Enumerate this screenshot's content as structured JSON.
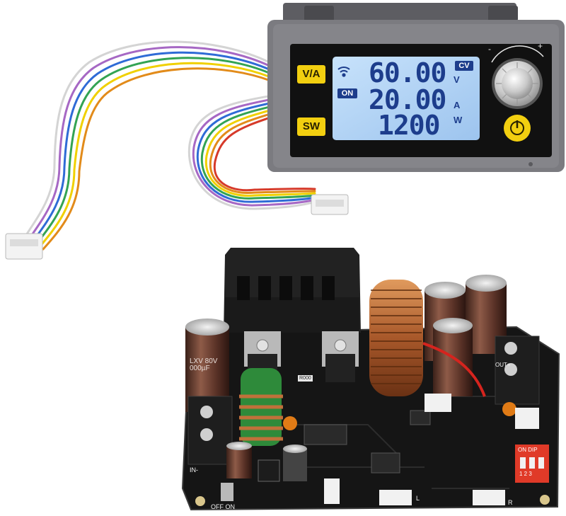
{
  "controller": {
    "buttons": {
      "va_label": "V/A",
      "sw_label": "SW"
    },
    "lcd": {
      "voltage": "60.00",
      "current": "20.00",
      "power": "1200",
      "mode_badge": "CV",
      "state_badge": "ON",
      "voltage_unit": "V",
      "current_unit": "A",
      "power_unit": "W"
    },
    "knob": {
      "minus": "-",
      "plus": "+"
    }
  },
  "board": {
    "labels": {
      "in_minus": "IN-",
      "out_plus": "OUT+",
      "off_on": "OFF ON",
      "dip_header": "ON DIP",
      "dip_numbers": "1  2  3",
      "left_marker": "L",
      "right_marker": "R",
      "cap_marking": "LXV 80V 000µF",
      "resistor_code": "R000"
    }
  },
  "colors": {
    "lcd_bg": "#a9cdf2",
    "lcd_text": "#1d3d8c",
    "button_yellow": "#f2cf10",
    "bezel": "#7b7b80",
    "pcb": "#151515",
    "copper": "#c0713a"
  }
}
